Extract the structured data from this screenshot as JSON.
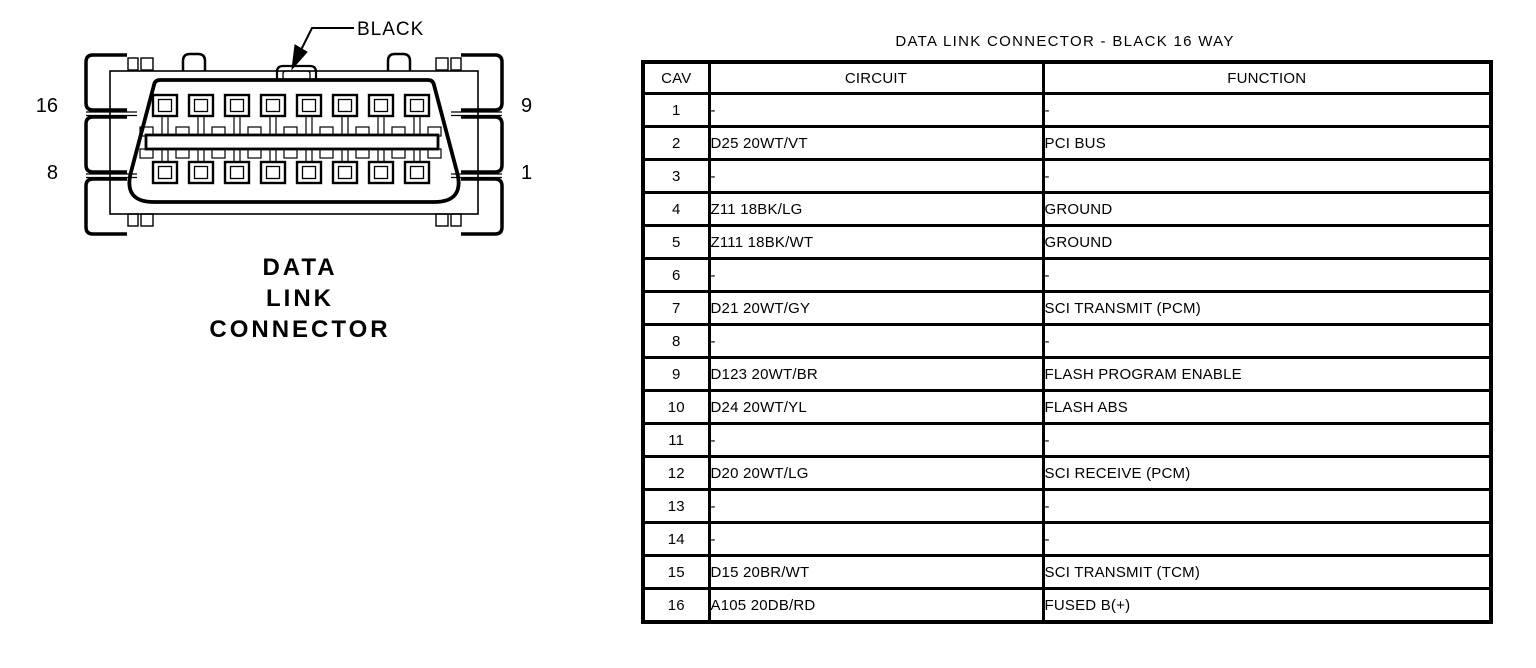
{
  "page": {
    "background": "#ffffff",
    "ink": "#000000"
  },
  "connector_figure": {
    "color_callout": "BLACK",
    "caption_lines": [
      "DATA",
      "LINK",
      "CONNECTOR"
    ],
    "pin_labels": {
      "top_left": "16",
      "bottom_left": "8",
      "top_right": "9",
      "bottom_right": "1"
    }
  },
  "pinout": {
    "title": "DATA LINK CONNECTOR - BLACK 16 WAY",
    "headers": [
      "CAV",
      "CIRCUIT",
      "FUNCTION"
    ],
    "rows": [
      [
        "1",
        "-",
        "-"
      ],
      [
        "2",
        "D25 20WT/VT",
        "PCI BUS"
      ],
      [
        "3",
        "-",
        "-"
      ],
      [
        "4",
        "Z11 18BK/LG",
        "GROUND"
      ],
      [
        "5",
        "Z111 18BK/WT",
        "GROUND"
      ],
      [
        "6",
        "-",
        "-"
      ],
      [
        "7",
        "D21 20WT/GY",
        "SCI TRANSMIT (PCM)"
      ],
      [
        "8",
        "-",
        "-"
      ],
      [
        "9",
        "D123 20WT/BR",
        "FLASH PROGRAM ENABLE"
      ],
      [
        "10",
        "D24 20WT/YL",
        "FLASH ABS"
      ],
      [
        "11",
        "-",
        "-"
      ],
      [
        "12",
        "D20 20WT/LG",
        "SCI RECEIVE (PCM)"
      ],
      [
        "13",
        "-",
        "-"
      ],
      [
        "14",
        "-",
        "-"
      ],
      [
        "15",
        "D15 20BR/WT",
        "SCI TRANSMIT (TCM)"
      ],
      [
        "16",
        "A105 20DB/RD",
        "FUSED B(+)"
      ]
    ]
  }
}
